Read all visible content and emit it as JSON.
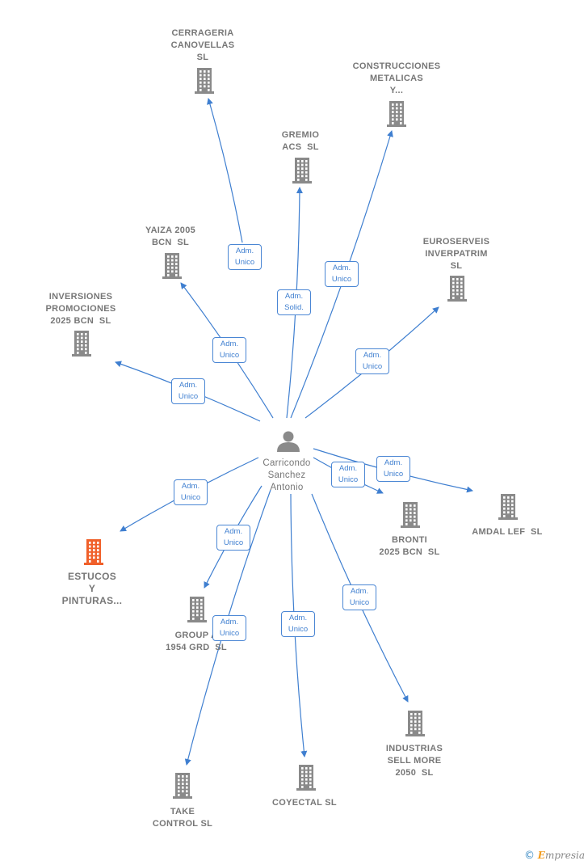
{
  "person": {
    "name_lines": [
      "Carricondo",
      "Sanchez",
      "Antonio"
    ],
    "icon": "person-icon",
    "color": "#8a8a8a"
  },
  "colors": {
    "edge": "#3f7fd0",
    "building": "#8a8a8a",
    "building_highlight": "#f0602a",
    "label": "#777777"
  },
  "companies": [
    {
      "id": "cerrageria",
      "lines": [
        "CERRAGERIA",
        "CANOVELLAS",
        "SL"
      ],
      "icon": "building-icon",
      "highlight": false
    },
    {
      "id": "construcciones",
      "lines": [
        "CONSTRUCCIONES",
        "METALICAS",
        "Y..."
      ],
      "icon": "building-icon",
      "highlight": false
    },
    {
      "id": "gremio",
      "lines": [
        "GREMIO",
        "ACS  SL"
      ],
      "icon": "building-icon",
      "highlight": false
    },
    {
      "id": "yaiza",
      "lines": [
        "YAIZA 2005",
        "BCN  SL"
      ],
      "icon": "building-icon",
      "highlight": false
    },
    {
      "id": "euroserveis",
      "lines": [
        "EUROSERVEIS",
        "INVERPATRIM",
        "SL"
      ],
      "icon": "building-icon",
      "highlight": false
    },
    {
      "id": "inversiones",
      "lines": [
        "INVERSIONES",
        "PROMOCIONES",
        "2025 BCN  SL"
      ],
      "icon": "building-icon",
      "highlight": false
    },
    {
      "id": "estucos",
      "lines": [
        "ESTUCOS",
        "Y",
        "PINTURAS..."
      ],
      "icon": "building-icon",
      "highlight": true
    },
    {
      "id": "bronti",
      "lines": [
        "BRONTI",
        "2025 BCN  SL"
      ],
      "icon": "building-icon",
      "highlight": false
    },
    {
      "id": "amdal",
      "lines": [
        "AMDAL LEF  SL"
      ],
      "icon": "building-icon",
      "highlight": false
    },
    {
      "id": "group",
      "lines": [
        "GROUP A",
        "1954 GRD  SL"
      ],
      "icon": "building-icon",
      "highlight": false
    },
    {
      "id": "industrias",
      "lines": [
        "INDUSTRIAS",
        "SELL MORE",
        "2050  SL"
      ],
      "icon": "building-icon",
      "highlight": false
    },
    {
      "id": "coyectal",
      "lines": [
        "COYECTAL SL"
      ],
      "icon": "building-icon",
      "highlight": false
    },
    {
      "id": "take",
      "lines": [
        "TAKE",
        "CONTROL SL"
      ],
      "icon": "building-icon",
      "highlight": false
    }
  ],
  "relations": [
    {
      "target": "cerrageria",
      "lines": [
        "Adm.",
        "Unico"
      ]
    },
    {
      "target": "construcciones",
      "lines": [
        "Adm.",
        "Unico"
      ]
    },
    {
      "target": "gremio",
      "lines": [
        "Adm.",
        "Solid."
      ]
    },
    {
      "target": "yaiza",
      "lines": [
        "Adm.",
        "Unico"
      ]
    },
    {
      "target": "euroserveis",
      "lines": [
        "Adm.",
        "Unico"
      ]
    },
    {
      "target": "inversiones",
      "lines": [
        "Adm.",
        "Unico"
      ]
    },
    {
      "target": "estucos",
      "lines": [
        "Adm.",
        "Unico"
      ]
    },
    {
      "target": "bronti",
      "lines": [
        "Adm.",
        "Unico"
      ]
    },
    {
      "target": "amdal",
      "lines": [
        "Adm.",
        "Unico"
      ]
    },
    {
      "target": "group",
      "lines": [
        "Adm.",
        "Unico"
      ]
    },
    {
      "target": "industrias",
      "lines": [
        "Adm.",
        "Unico"
      ]
    },
    {
      "target": "coyectal",
      "lines": [
        "Adm.",
        "Unico"
      ]
    },
    {
      "target": "take",
      "lines": [
        "Adm.",
        "Unico"
      ]
    }
  ],
  "brand": {
    "copyright": "©",
    "first_letter": "E",
    "rest": "mpresia"
  }
}
